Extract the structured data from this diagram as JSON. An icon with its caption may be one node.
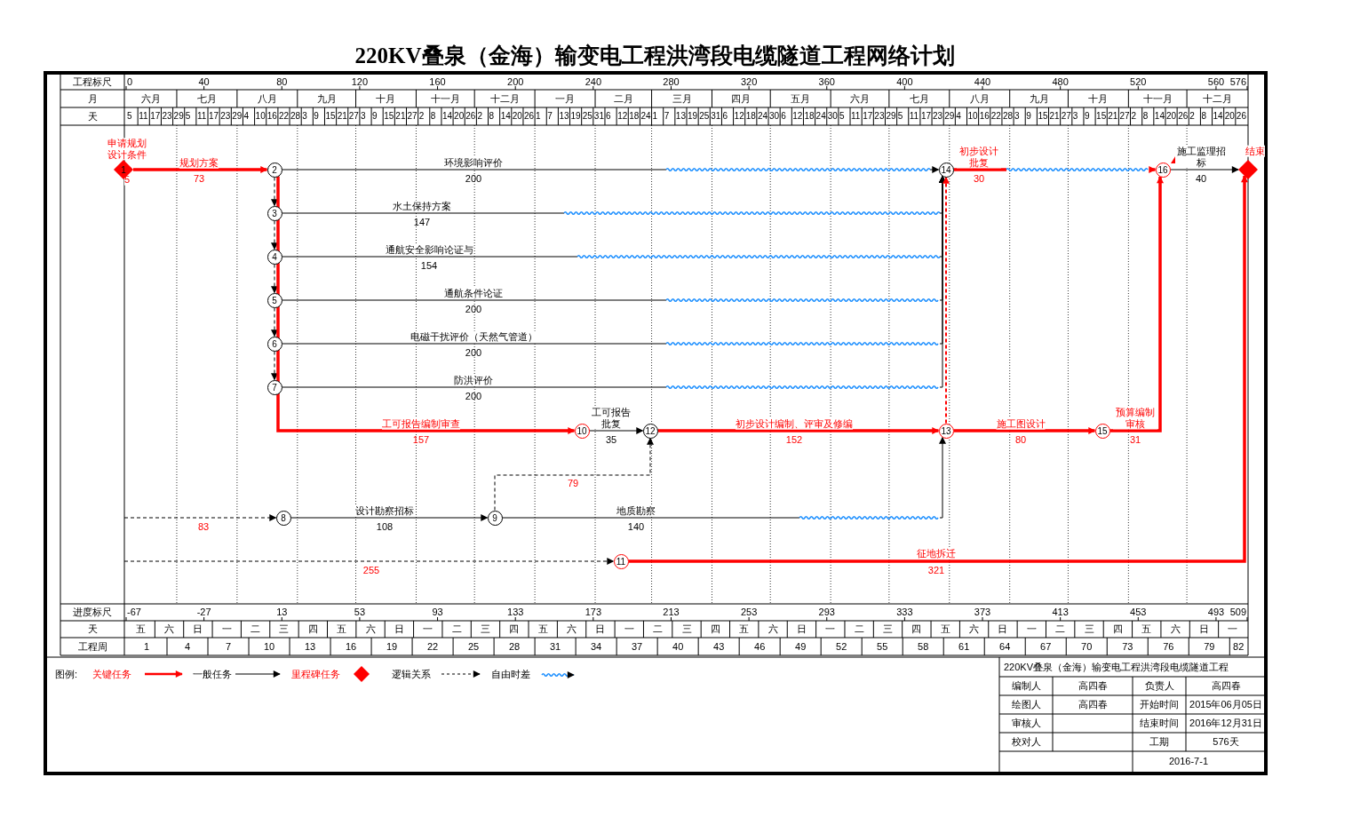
{
  "diagram": {
    "title": "220KV叠泉（金海）输变电工程洪湾段电缆隧道工程网络计划",
    "nodes": [
      {
        "text": [
          "1"
        ],
        "beside": [
          "申请规划设计条件",
          "5"
        ]
      },
      {
        "text": [
          "2"
        ]
      },
      {
        "text": [
          "3"
        ]
      },
      {
        "text": [
          "4"
        ]
      },
      {
        "text": [
          "5"
        ]
      },
      {
        "text": [
          "6"
        ]
      },
      {
        "text": [
          "7"
        ]
      },
      {
        "text": [
          "8"
        ]
      },
      {
        "text": [
          "9"
        ]
      },
      {
        "text": [
          "10"
        ]
      },
      {
        "text": [
          "11"
        ]
      },
      {
        "text": [
          "12"
        ]
      },
      {
        "text": [
          "13"
        ]
      },
      {
        "text": [
          "14"
        ]
      },
      {
        "text": [
          "15"
        ]
      },
      {
        "text": [
          "16"
        ]
      },
      {
        "text": [],
        "shape": "diamond",
        "beside": [
          "结束"
        ]
      }
    ],
    "edges": [
      {
        "from": 0,
        "to": 1,
        "arrow": "to",
        "label": "规划方案",
        "style": "thick",
        "color": "#ff0000"
      },
      {
        "from": 1,
        "to": 13,
        "arrow": "to",
        "label": "环境影响评价"
      },
      {
        "from": 1,
        "to": 2,
        "arrow": "to",
        "style": "dashed"
      },
      {
        "from": 2,
        "to": 3,
        "arrow": "to",
        "style": "dashed"
      },
      {
        "from": 3,
        "to": 4,
        "arrow": "to",
        "style": "dashed"
      },
      {
        "from": 4,
        "to": 5,
        "arrow": "to",
        "style": "dashed"
      },
      {
        "from": 5,
        "to": 6,
        "arrow": "to",
        "style": "dashed"
      },
      {
        "from": 1,
        "to": 9,
        "arrow": "to",
        "label": "工可报告编制审查",
        "style": "thick",
        "color": "#ff0000"
      },
      {
        "from": 2,
        "to": 13,
        "arrow": "to",
        "label": "水土保持方案"
      },
      {
        "from": 3,
        "to": 13,
        "arrow": "to",
        "label": "通航安全影响论证与"
      },
      {
        "from": 4,
        "to": 13,
        "arrow": "to",
        "label": "通航条件论证"
      },
      {
        "from": 5,
        "to": 13,
        "arrow": "to",
        "label": "电磁干扰评价（天然气管道）"
      },
      {
        "from": 6,
        "to": 13,
        "arrow": "to",
        "label": "防洪评价"
      },
      {
        "from": 9,
        "to": 11,
        "arrow": "to",
        "label": "工可报告批复"
      },
      {
        "from": 11,
        "to": 12,
        "arrow": "to",
        "label": "初步设计编制、评审及修编",
        "style": "thick",
        "color": "#ff0000"
      },
      {
        "from": 12,
        "to": 13,
        "arrow": "to",
        "style": "dashed",
        "color": "#ff0000"
      },
      {
        "from": 13,
        "to": 15,
        "arrow": "to",
        "label": "初步设计批复",
        "style": "thick",
        "color": "#ff0000"
      },
      {
        "from": 12,
        "to": 14,
        "arrow": "to",
        "label": "施工图设计",
        "style": "thick",
        "color": "#ff0000"
      },
      {
        "from": 14,
        "to": 15,
        "arrow": "to",
        "label": "预算编制审核",
        "style": "thick",
        "color": "#ff0000"
      },
      {
        "from": 15,
        "to": 16,
        "arrow": "to",
        "label": "施工监理招标"
      },
      {
        "from": null,
        "to": 7,
        "arrow": "to",
        "style": "dashed"
      },
      {
        "from": 7,
        "to": 8,
        "arrow": "to",
        "label": "设计勘察招标"
      },
      {
        "from": 8,
        "to": 11,
        "arrow": "to",
        "style": "dashed"
      },
      {
        "from": 8,
        "to": 12,
        "arrow": "to",
        "label": "地质勘察"
      },
      {
        "from": null,
        "to": 10,
        "arrow": "to",
        "style": "dashed"
      },
      {
        "from": 10,
        "to": 16,
        "arrow": "to",
        "label": "征地拆迁",
        "style": "thick",
        "color": "#ff0000"
      }
    ],
    "labels": [
      "工程标尺",
      "0",
      "40",
      "80",
      "120",
      "160",
      "200",
      "240",
      "280",
      "320",
      "360",
      "400",
      "440",
      "480",
      "520",
      "560",
      "576",
      "月",
      "六月",
      "七月",
      "八月",
      "九月",
      "十月",
      "十一月",
      "十二月",
      "一月",
      "二月",
      "三月",
      "四月",
      "五月",
      "六月",
      "七月",
      "八月",
      "九月",
      "十月",
      "十一月",
      "十二月",
      "天",
      "5",
      "11",
      "17",
      "23",
      "29",
      "5",
      "11",
      "17",
      "23",
      "29",
      "4",
      "10",
      "16",
      "22",
      "28",
      "3",
      "9",
      "15",
      "21",
      "27",
      "3",
      "9",
      "15",
      "21",
      "27",
      "2",
      "8",
      "14",
      "20",
      "26",
      "2",
      "8",
      "14",
      "20",
      "26",
      "1",
      "7",
      "13",
      "19",
      "25",
      "31",
      "6",
      "12",
      "18",
      "24",
      "1",
      "7",
      "13",
      "19",
      "25",
      "31",
      "6",
      "12",
      "18",
      "24",
      "30",
      "6",
      "12",
      "18",
      "24",
      "30",
      "5",
      "11",
      "17",
      "23",
      "29",
      "5",
      "11",
      "17",
      "23",
      "29",
      "4",
      "10",
      "16",
      "22",
      "28",
      "3",
      "9",
      "15",
      "21",
      "27",
      "3",
      "9",
      "15",
      "21",
      "27",
      "2",
      "8",
      "14",
      "20",
      "26",
      "2",
      "8",
      "14",
      "20",
      "26",
      "73",
      "200",
      "30",
      "40",
      "147",
      "154",
      "200",
      "200",
      "200",
      "157",
      "35",
      "152",
      "80",
      "31",
      "79",
      "83",
      "108",
      "140",
      "255",
      "321",
      "进度标尺",
      "-67",
      "-27",
      "13",
      "53",
      "93",
      "133",
      "173",
      "213",
      "253",
      "293",
      "333",
      "373",
      "413",
      "453",
      "493",
      "509",
      "天",
      "五",
      "六",
      "日",
      "一",
      "二",
      "三",
      "四",
      "五",
      "六",
      "日",
      "一",
      "二",
      "三",
      "四",
      "五",
      "六",
      "日",
      "一",
      "二",
      "三",
      "四",
      "五",
      "六",
      "日",
      "一",
      "二",
      "三",
      "四",
      "五",
      "六",
      "日",
      "一",
      "二",
      "三",
      "四",
      "五",
      "六",
      "日",
      "一",
      "工程周",
      "1",
      "4",
      "7",
      "10",
      "13",
      "16",
      "19",
      "22",
      "25",
      "28",
      "31",
      "34",
      "37",
      "40",
      "43",
      "46",
      "49",
      "52",
      "55",
      "58",
      "61",
      "64",
      "67",
      "70",
      "73",
      "76",
      "79",
      "82",
      "图例:",
      "220KV叠泉（金海）输变电工程洪湾段电缆隧道工程",
      "编制人",
      "高四春",
      "负责人",
      "高四春",
      "绘图人",
      "高四春",
      "开始时间",
      "2015年06月05日",
      "审核人",
      "结束时间",
      "2016年12月31日",
      "校对人",
      "工期",
      "576天",
      "2016-7-1"
    ],
    "legend": [
      {
        "text": "关键任务"
      },
      {
        "text": "一般任务"
      },
      {
        "text": "里程碑任务"
      },
      {
        "text": "逻辑关系"
      },
      {
        "text": "自由时差"
      }
    ]
  }
}
